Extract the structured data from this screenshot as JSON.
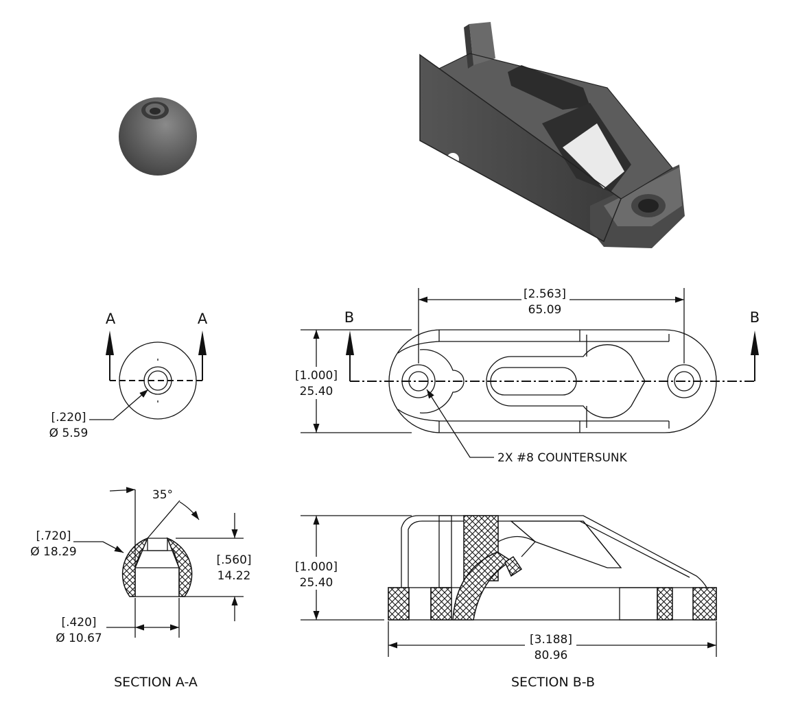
{
  "ball_views": {
    "cut_label_left": "A",
    "cut_label_right": "A",
    "hole_dim_in": "[.220]",
    "hole_dim_mm": "Ø 5.59"
  },
  "section_a": {
    "angle": "35°",
    "outer_dia_in": "[.720]",
    "outer_dia_mm": "Ø 18.29",
    "height_in": "[.560]",
    "height_mm": "14.22",
    "bore_dia_in": "[.420]",
    "bore_dia_mm": "Ø 10.67",
    "title": "SECTION A-A"
  },
  "cleat_top": {
    "cut_label_left": "B",
    "cut_label_right": "B",
    "hole_spacing_in": "[2.563]",
    "hole_spacing_mm": "65.09",
    "width_in": "[1.000]",
    "width_mm": "25.40",
    "note": "2X #8 COUNTERSUNK"
  },
  "section_b": {
    "height_in": "[1.000]",
    "height_mm": "25.40",
    "length_in": "[3.188]",
    "length_mm": "80.96",
    "title": "SECTION B-B"
  },
  "colors": {
    "ink": "#111111",
    "shade_dark": "#3c3c3c",
    "shade_mid": "#5e5e5e",
    "shade_light": "#8a8a8a"
  }
}
